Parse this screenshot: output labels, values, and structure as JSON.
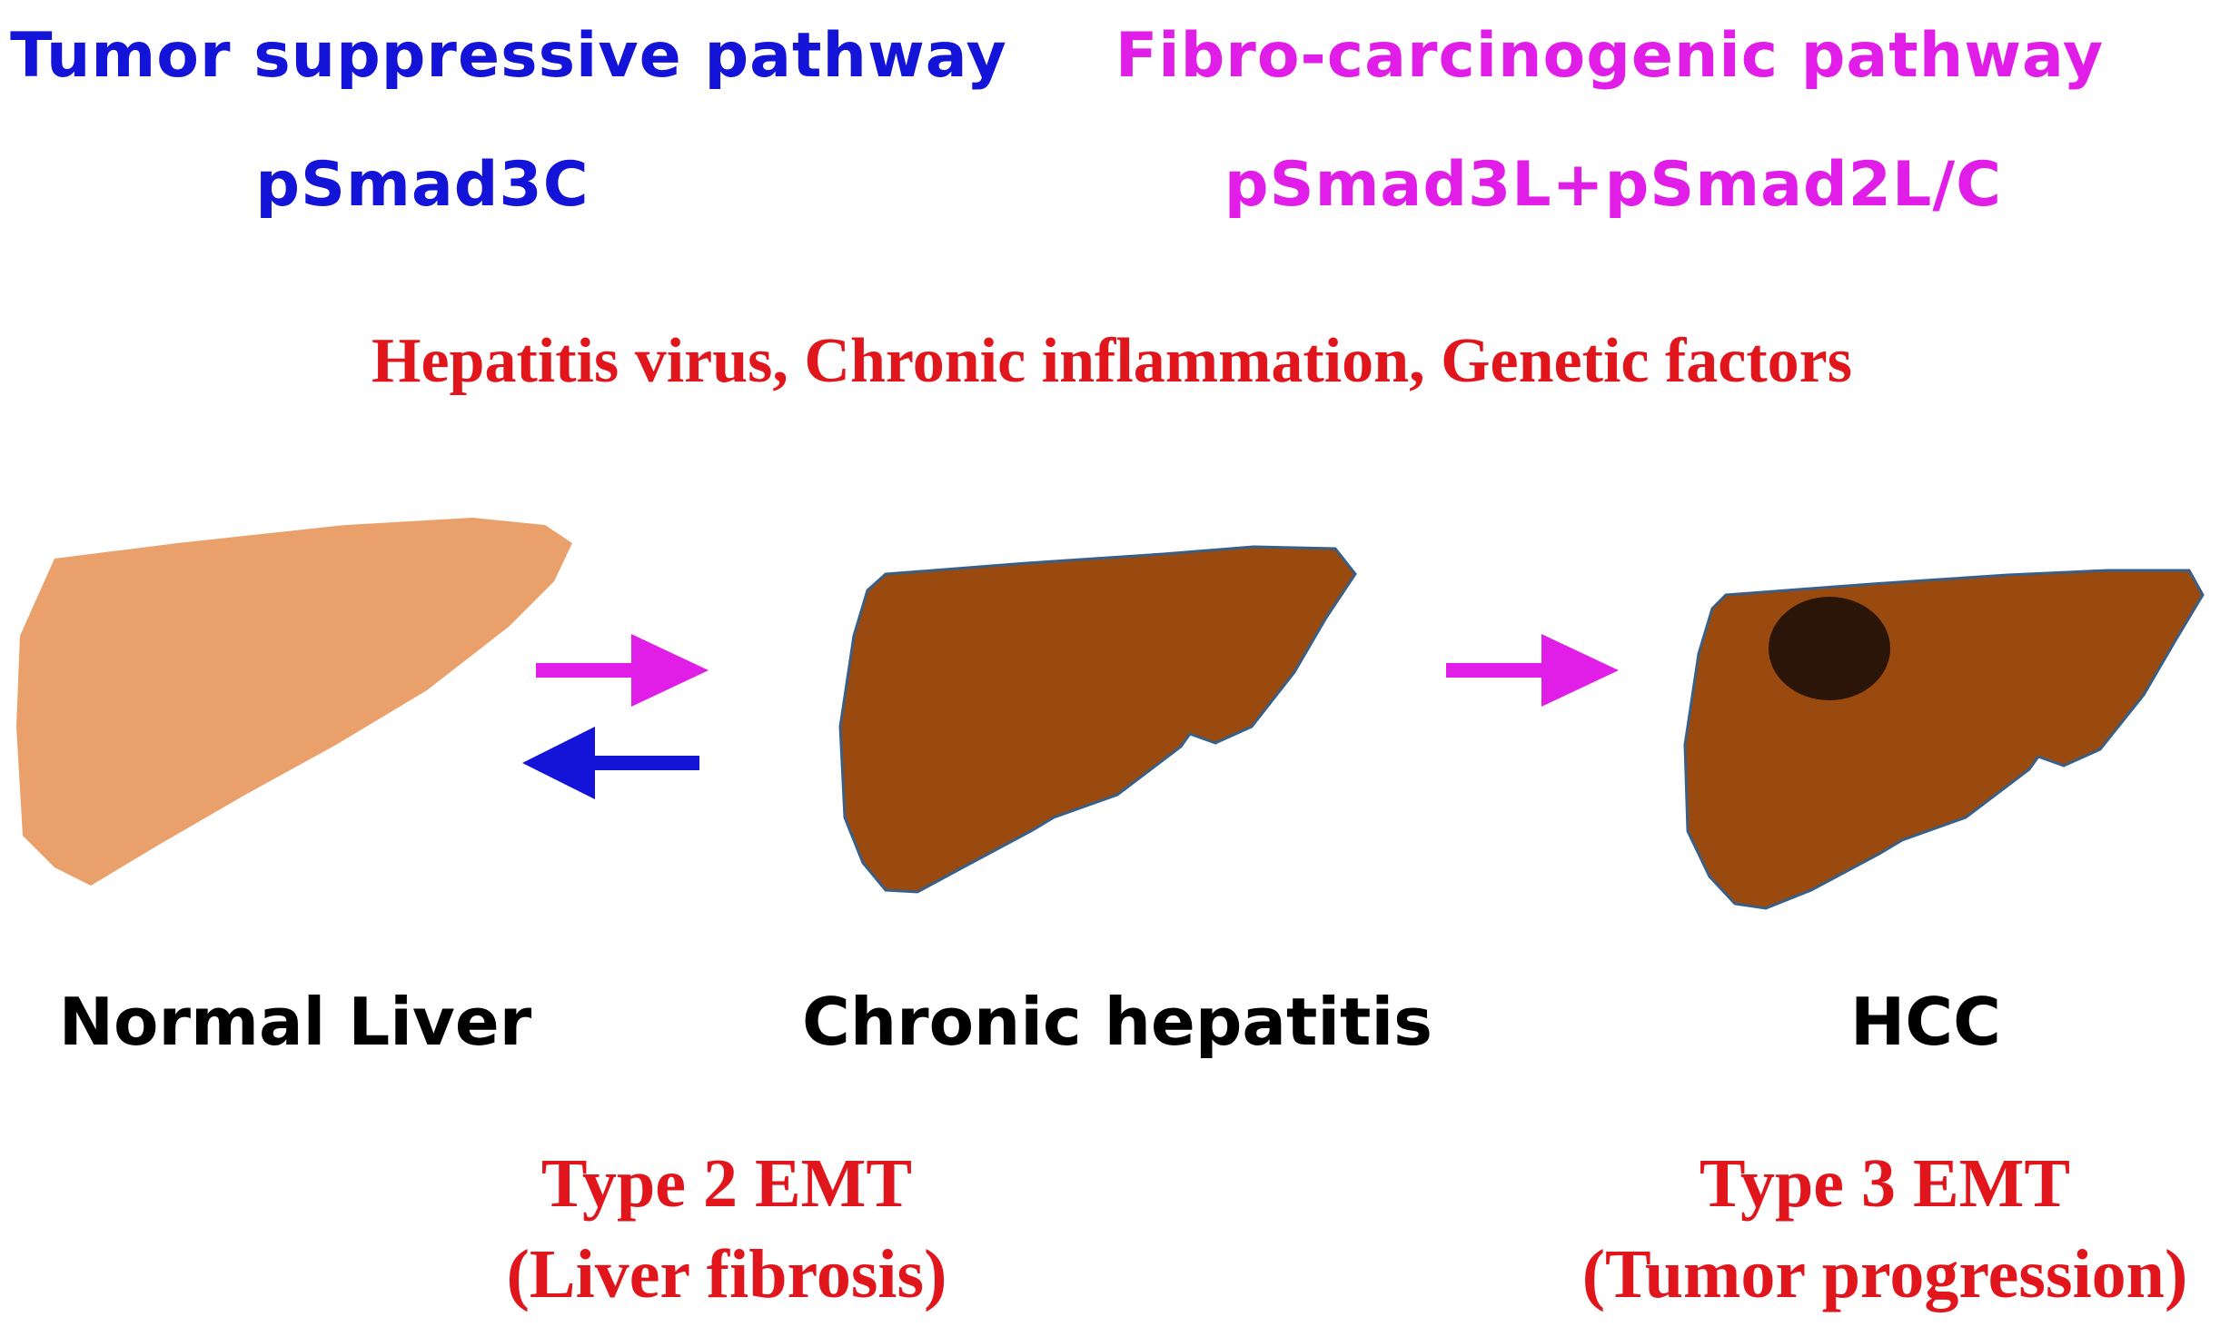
{
  "pathways": {
    "suppressive": {
      "title": "Tumor suppressive pathway",
      "marker": "pSmad3C",
      "color": "#1414d8"
    },
    "fibro": {
      "title": "Fibro-carcinogenic pathway",
      "marker": "pSmad3L+pSmad2L/C",
      "color": "#e01ee8"
    }
  },
  "factors": {
    "text": "Hepatitis virus, Chronic inflammation, Genetic factors",
    "color": "#e0161c"
  },
  "stages": {
    "normal": {
      "label": "Normal Liver",
      "color": "#e9a06a"
    },
    "chronic": {
      "label": "Chronic hepatitis",
      "color": "#9a4a0e"
    },
    "hcc": {
      "label": "HCC",
      "color": "#9a4a0e",
      "tumor_color": "#2b1408"
    }
  },
  "emt": {
    "type2": {
      "line1": "Type 2 EMT",
      "line2": "(Liver fibrosis)"
    },
    "type3": {
      "line1": "Type 3 EMT",
      "line2": "(Tumor progression)"
    }
  },
  "arrows": {
    "forward_color": "#e01ee8",
    "reverse_color": "#1414d8"
  }
}
